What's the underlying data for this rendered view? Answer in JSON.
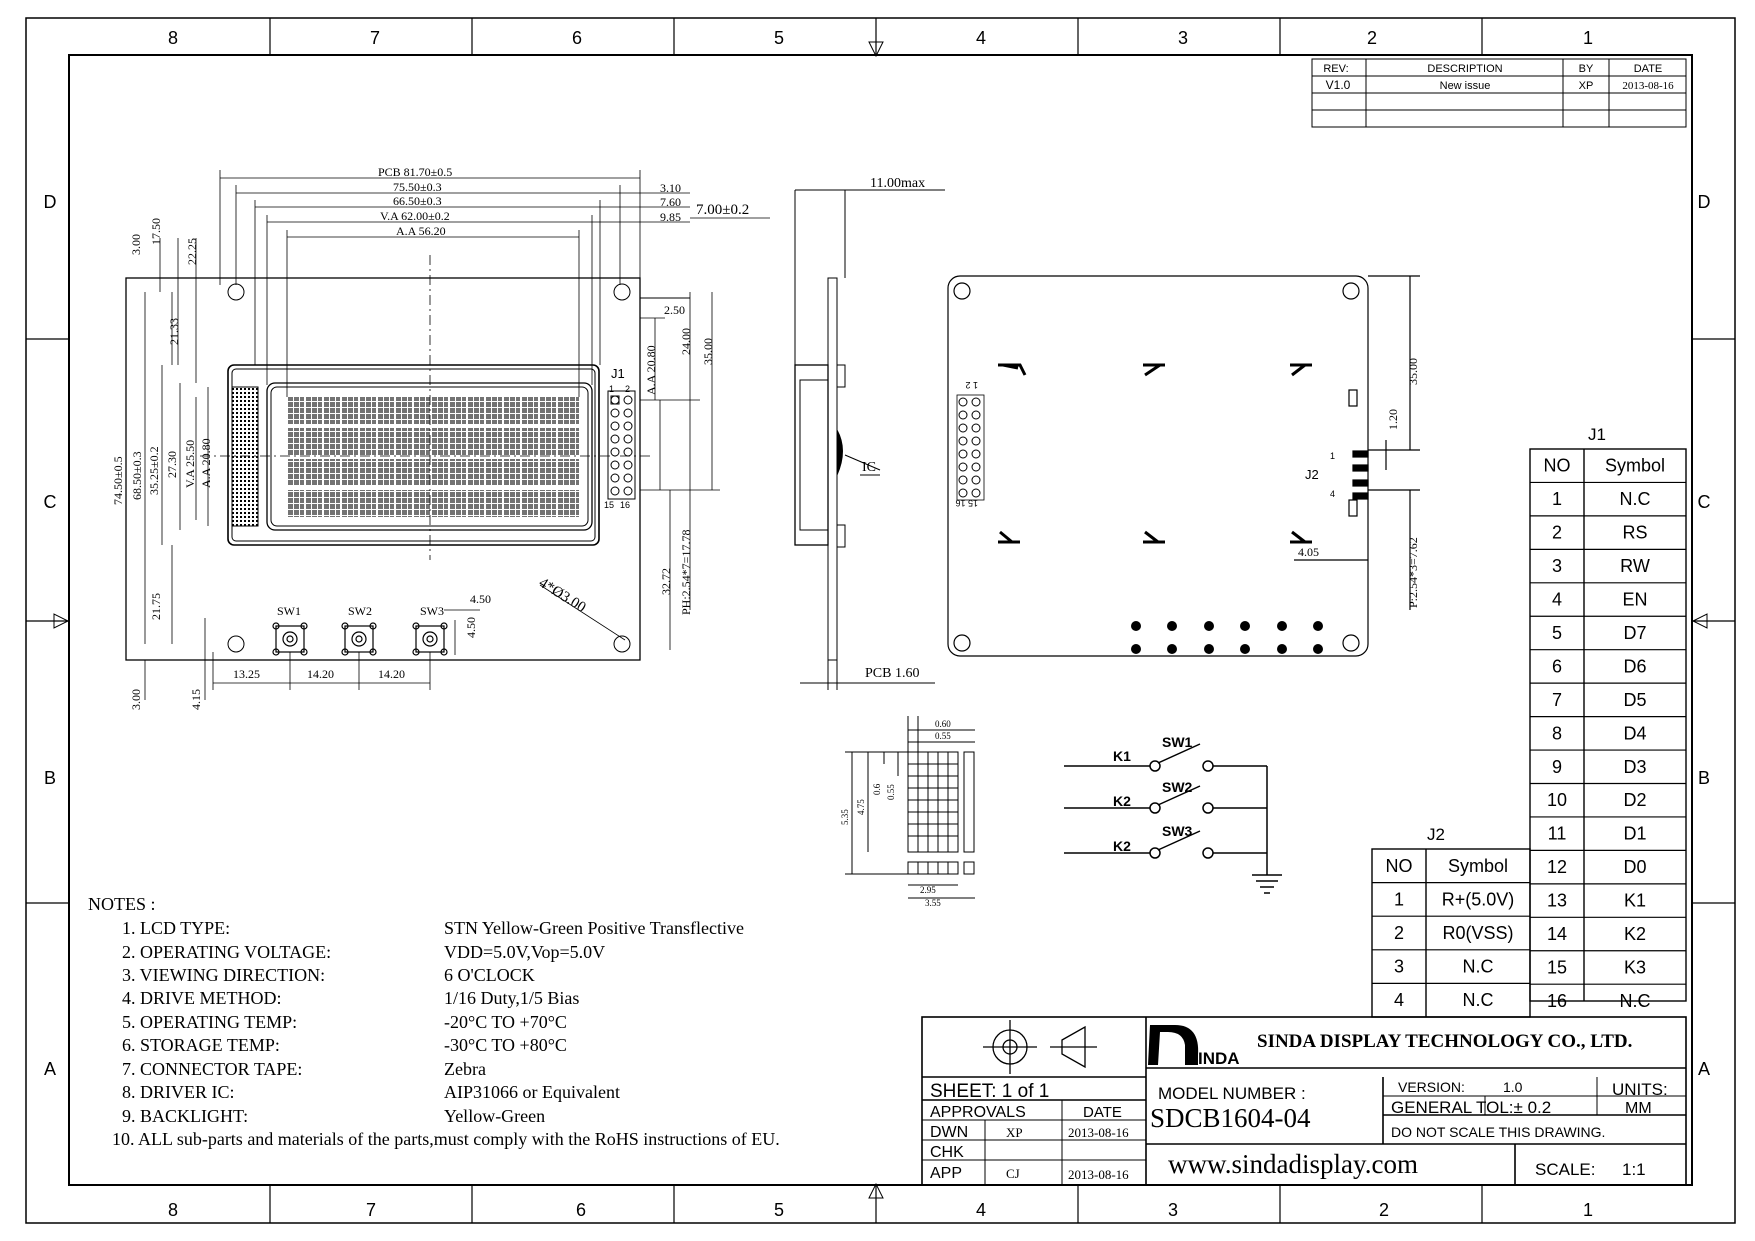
{
  "frame": {
    "cols_top": [
      "8",
      "7",
      "6",
      "5",
      "4",
      "3",
      "2",
      "1"
    ],
    "cols_bottom": [
      "8",
      "7",
      "6",
      "5",
      "4",
      "3",
      "2",
      "1"
    ],
    "rows": [
      "D",
      "C",
      "B",
      "A"
    ]
  },
  "revision": {
    "headers": [
      "REV:",
      "DESCRIPTION",
      "BY",
      "DATE"
    ],
    "rows": [
      [
        "V1.0",
        "New issue",
        "XP",
        "2013-08-16"
      ]
    ]
  },
  "front_dims": {
    "pcb_w": "PCB 81.70±0.5",
    "w_755": "75.50±0.3",
    "w_665": "66.50±0.3",
    "va_w": "V.A 62.00±0.2",
    "aa_w": "A.A 56.20",
    "d310": "3.10",
    "d760": "7.60",
    "d985": "9.85",
    "d700": "7.00±0.2",
    "v300a": "3.00",
    "v1750": "17.50",
    "v2225": "22.25",
    "v2133": "21.33",
    "v7450": "74.50±0.5",
    "v6850": "68.50±0.3",
    "v3525": "35.25±0.2",
    "v2730": "27.30",
    "va_h": "V.A 25.50",
    "aa_h": "A.A 20.80",
    "v2175": "21.75",
    "v300b": "3.00",
    "v415": "4.15",
    "d250": "2.50",
    "aa2080": "A.A 20.80",
    "d2400": "24.00",
    "d3500": "35.00",
    "d3272": "32.72",
    "pitch": "PH:2.54*7=17.78",
    "holes": "4*Ø3.00",
    "d450": "4.50",
    "d450b": "4.50",
    "h1325": "13.25",
    "h1420a": "14.20",
    "h1420b": "14.20",
    "sw1": "SW1",
    "sw2": "SW2",
    "sw3": "SW3",
    "j1": "J1",
    "pin1": "1",
    "pin2": "2",
    "pin15": "15",
    "pin16": "16"
  },
  "side_dims": {
    "max": "11.00max",
    "ic": "IC",
    "pcb": "PCB 1.60"
  },
  "back_dims": {
    "d3500": "35.00",
    "d120": "1.20",
    "j2": "J2",
    "p1": "1",
    "p4": "4",
    "d405": "4.05",
    "pitch": "P:2.54*3=7.62",
    "p12": "1 2",
    "p1516": "15 16"
  },
  "dot_dims": {
    "d060": "0.60",
    "d055": "0.55",
    "v535": "5.35",
    "v475": "4.75",
    "v06": "0.6",
    "v055": "0.55",
    "d295": "2.95",
    "d355": "3.55"
  },
  "switch_schematic": {
    "labels": [
      "K1",
      "K2",
      "K2"
    ],
    "switches": [
      "SW1",
      "SW2",
      "SW3"
    ]
  },
  "notes": {
    "title": "NOTES :",
    "items": [
      [
        "1. LCD TYPE:",
        "STN  Yellow-Green Positive Transflective"
      ],
      [
        "2. OPERATING VOLTAGE:",
        "VDD=5.0V,Vop=5.0V"
      ],
      [
        "3. VIEWING DIRECTION:",
        "6 O'CLOCK"
      ],
      [
        "4. DRIVE METHOD:",
        "1/16 Duty,1/5 Bias"
      ],
      [
        "5. OPERATING TEMP:",
        "-20°C TO +70°C"
      ],
      [
        "6. STORAGE TEMP:",
        "-30°C TO +80°C"
      ],
      [
        "7. CONNECTOR TAPE:",
        "Zebra"
      ],
      [
        "8. DRIVER IC:",
        "AIP31066 or Equivalent"
      ],
      [
        "9. BACKLIGHT:",
        "Yellow-Green"
      ]
    ],
    "item10": "10. ALL sub-parts and materials of the parts,must comply with the RoHS instructions of EU."
  },
  "j1_table": {
    "title": "J1",
    "headers": [
      "NO",
      "Symbol"
    ],
    "rows": [
      [
        "1",
        "N.C"
      ],
      [
        "2",
        "RS"
      ],
      [
        "3",
        "RW"
      ],
      [
        "4",
        "EN"
      ],
      [
        "5",
        "D7"
      ],
      [
        "6",
        "D6"
      ],
      [
        "7",
        "D5"
      ],
      [
        "8",
        "D4"
      ],
      [
        "9",
        "D3"
      ],
      [
        "10",
        "D2"
      ],
      [
        "11",
        "D1"
      ],
      [
        "12",
        "D0"
      ],
      [
        "13",
        "K1"
      ],
      [
        "14",
        "K2"
      ],
      [
        "15",
        "K3"
      ],
      [
        "16",
        "N.C"
      ]
    ]
  },
  "j2_table": {
    "title": "J2",
    "headers": [
      "NO",
      "Symbol"
    ],
    "rows": [
      [
        "1",
        "R+(5.0V)"
      ],
      [
        "2",
        "R0(VSS)"
      ],
      [
        "3",
        "N.C"
      ],
      [
        "4",
        "N.C"
      ]
    ]
  },
  "title_block": {
    "logo": "INDA",
    "company": "SINDA DISPLAY TECHNOLOGY  CO., LTD.",
    "sheet": "SHEET:  1  of  1",
    "approvals": "APPROVALS",
    "date_hdr": "DATE",
    "dwn": "DWN",
    "dwn_by": "XP",
    "dwn_date": "2013-08-16",
    "chk": "CHK",
    "app": "APP",
    "app_by": "CJ",
    "app_date": "2013-08-16",
    "model_label": "MODEL  NUMBER :",
    "model": "SDCB1604-04",
    "version_label": "VERSION:",
    "version": "1.0",
    "units_label": "UNITS:",
    "units": "MM",
    "tol": "GENERAL  TOL:± 0.2",
    "noscale": "DO  NOT  SCALE  THIS  DRAWING.",
    "website": "www.sindadisplay.com",
    "scale_label": "SCALE:",
    "scale": "1:1"
  }
}
